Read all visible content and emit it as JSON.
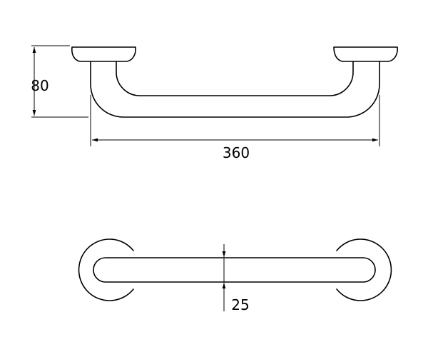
{
  "drawing": {
    "dimensions": {
      "height": "80",
      "length": "360",
      "diameter": "25"
    },
    "colors": {
      "stroke": "#000000",
      "background": "#ffffff"
    }
  }
}
